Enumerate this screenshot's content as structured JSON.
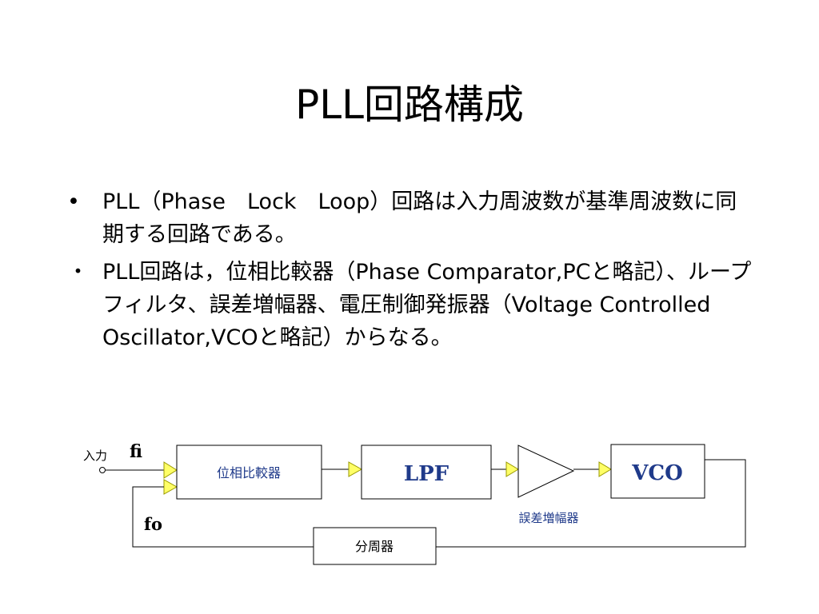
{
  "slide": {
    "title": "PLL回路構成",
    "bullets": [
      {
        "mark": "•",
        "text": "PLL（Phase　Lock　Loop）回路は入力周波数が基準周波数に同期する回路である。"
      },
      {
        "mark": "・",
        "text": "PLL回路は，位相比較器（Phase Comparator,PCと略記）、ループフィルタ、誤差増幅器、電圧制御発振器（Voltage Controlled Oscillator,VCOと略記）からなる。"
      }
    ]
  },
  "diagram": {
    "input_label": "入力",
    "fi_label": "fi",
    "fo_label": "fo",
    "phase_comparator_label": "位相比較器",
    "lpf_label": "LPF",
    "vco_label": "VCO",
    "amplifier_label": "誤差増幅器",
    "divider_label": "分周器",
    "arrow_fill_color": "#ffff66",
    "arrow_stroke_color": "#999900",
    "label_color": "#1f3a8a"
  }
}
